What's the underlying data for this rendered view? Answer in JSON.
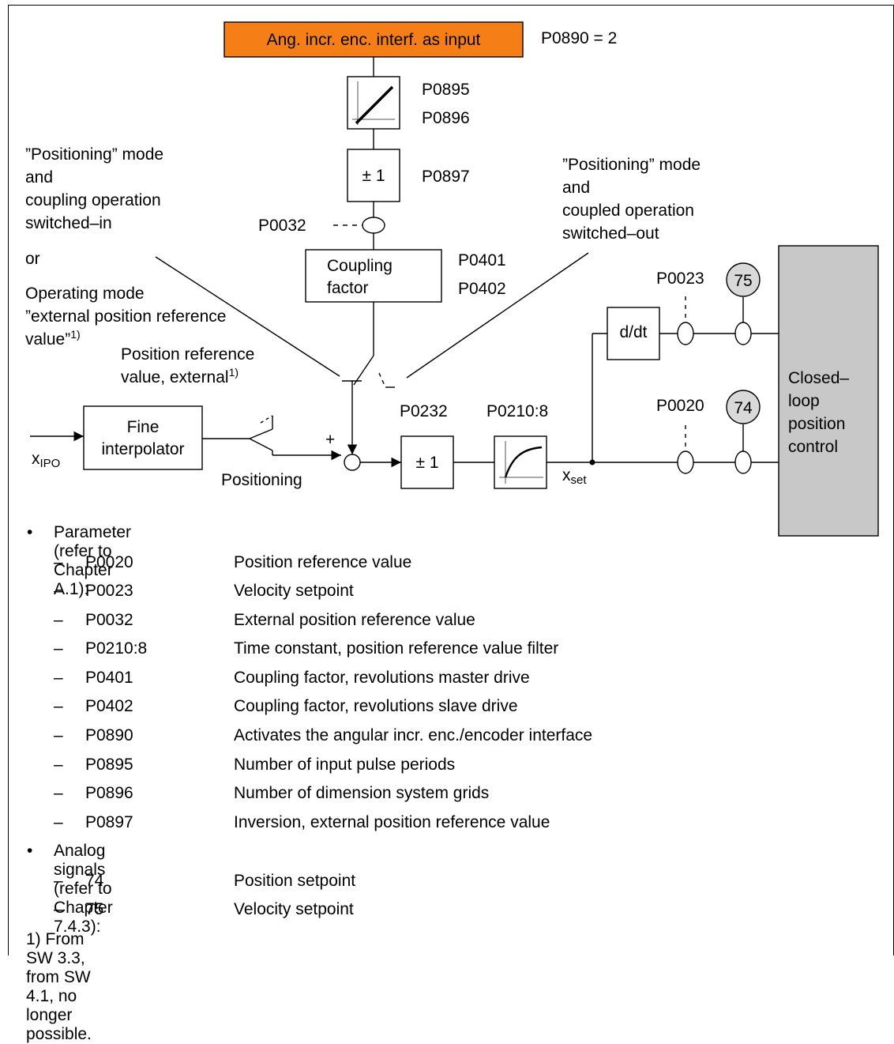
{
  "diagram": {
    "encoder_box": "Ang. incr. enc. interf. as input",
    "encoder_param": "P0890 = 2",
    "encoder_color": "#f57f16",
    "params_ratio": [
      "P0895",
      "P0896"
    ],
    "inv_box": "± 1",
    "inv_param": "P0897",
    "p0032": "P0032",
    "coupling_box": [
      "Coupling",
      "factor"
    ],
    "coupling_params": [
      "P0401",
      "P0402"
    ],
    "left_note_1": [
      "”Positioning” mode",
      "and",
      "coupling operation",
      "switched–in"
    ],
    "or": "or",
    "left_note_2": [
      "Operating mode",
      "”external position reference",
      "value”"
    ],
    "left_note_2_sup": "1)",
    "pos_ref_ext": [
      "Position reference",
      "value, external"
    ],
    "pos_ref_ext_sup": "1)",
    "right_note": [
      "”Positioning” mode",
      "and",
      "coupled operation",
      "switched–out"
    ],
    "fine_interp": [
      "Fine",
      "interpolator"
    ],
    "x_ipo": "x",
    "x_ipo_sub": "IPO",
    "positioning": "Positioning",
    "plus": "+",
    "p0232": "P0232",
    "inv2_box": "± 1",
    "p0210": "P0210:8",
    "x_set": "x",
    "x_set_sub": "set",
    "ddt": "d/dt",
    "p0023": "P0023",
    "p0020": "P0020",
    "sig75": "75",
    "sig74": "74",
    "signal_fill": "#d9d9d9",
    "control_box": [
      "Closed–",
      "loop",
      "position",
      "control"
    ],
    "control_fill": "#c8c8c8"
  },
  "legend": {
    "bullet": "•",
    "dash": "–",
    "parameters_heading": "Parameter (refer to Chapter A.1):",
    "parameters": [
      {
        "code": "P0020",
        "desc": "Position reference value"
      },
      {
        "code": "P0023",
        "desc": "Velocity setpoint"
      },
      {
        "code": "P0032",
        "desc": "External position reference value"
      },
      {
        "code": "P0210:8",
        "desc": "Time constant, position reference value filter"
      },
      {
        "code": "P0401",
        "desc": "Coupling factor, revolutions master drive"
      },
      {
        "code": "P0402",
        "desc": "Coupling factor, revolutions slave drive"
      },
      {
        "code": "P0890",
        "desc": "Activates the angular incr. enc./encoder interface"
      },
      {
        "code": "P0895",
        "desc": "Number of input pulse periods"
      },
      {
        "code": "P0896",
        "desc": "Number of dimension system grids"
      },
      {
        "code": "P0897",
        "desc": "Inversion, external position reference value"
      }
    ],
    "analog_heading": "Analog signals (refer to Chapter 7.4.3):",
    "analog": [
      {
        "code": "74",
        "desc": "Position setpoint"
      },
      {
        "code": "75",
        "desc": "Velocity setpoint"
      }
    ],
    "footnote": "1) From SW 3.3, from SW 4.1, no longer possible."
  }
}
